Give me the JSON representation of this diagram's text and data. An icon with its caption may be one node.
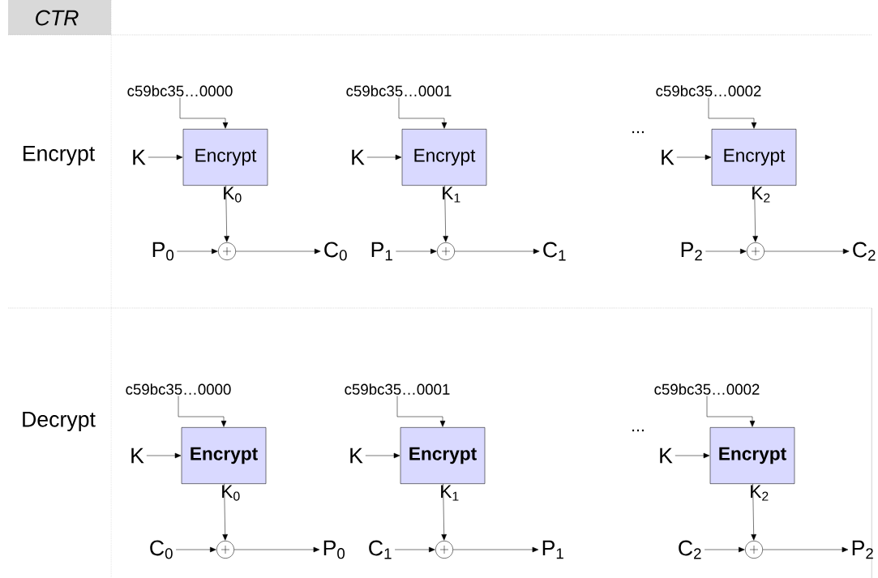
{
  "diagram": {
    "title": "CTR",
    "nodes": [
      {
        "text": [
          "c59bc35…0000"
        ]
      },
      {
        "text": [
          "K"
        ]
      },
      {
        "text": [
          "Encrypt"
        ]
      },
      {
        "text": [
          "P$_{0}$"
        ]
      },
      {
        "text": [],
        "shape": "circle"
      },
      {
        "text": [
          "C$_{0}$"
        ]
      },
      {
        "text": [
          "c59bc35…0001"
        ]
      },
      {
        "text": [
          "K"
        ]
      },
      {
        "text": [
          "Encrypt"
        ]
      },
      {
        "text": [
          "P$_{1}$"
        ]
      },
      {
        "text": [],
        "shape": "circle"
      },
      {
        "text": [
          "C$_{1}$"
        ]
      },
      {
        "text": [
          "c59bc35…0002"
        ]
      },
      {
        "text": [
          "K"
        ]
      },
      {
        "text": [
          "Encrypt"
        ]
      },
      {
        "text": [
          "P$_{2}$"
        ]
      },
      {
        "text": [],
        "shape": "circle"
      },
      {
        "text": [
          "C$_{2}$"
        ]
      },
      {
        "text": [
          "c59bc35…0000"
        ]
      },
      {
        "text": [
          "K"
        ]
      },
      {
        "text": [
          "Encrypt"
        ]
      },
      {
        "text": [
          "C$_{0}$"
        ]
      },
      {
        "text": [],
        "shape": "circle"
      },
      {
        "text": [
          "P$_{0}$"
        ]
      },
      {
        "text": [
          "c59bc35…0001"
        ]
      },
      {
        "text": [
          "K"
        ]
      },
      {
        "text": [
          "Encrypt"
        ]
      },
      {
        "text": [
          "C$_{1}$"
        ]
      },
      {
        "text": [],
        "shape": "circle"
      },
      {
        "text": [
          "P$_{1}$"
        ]
      },
      {
        "text": [
          "c59bc35…0002"
        ]
      },
      {
        "text": [
          "K"
        ]
      },
      {
        "text": [
          "Encrypt"
        ]
      },
      {
        "text": [
          "C$_{2}$"
        ]
      },
      {
        "text": [],
        "shape": "circle"
      },
      {
        "text": [
          "P$_{2}$"
        ]
      }
    ],
    "edges": [
      {
        "from": 0,
        "to": 2,
        "arrow": "to"
      },
      {
        "from": 1,
        "to": 2,
        "arrow": "to"
      },
      {
        "from": 2,
        "to": 4,
        "arrow": "to",
        "label": "K$_{0}$"
      },
      {
        "from": 3,
        "to": 4,
        "arrow": "to"
      },
      {
        "from": 4,
        "to": 5,
        "arrow": "to"
      },
      {
        "from": 6,
        "to": 8,
        "arrow": "to"
      },
      {
        "from": 7,
        "to": 8,
        "arrow": "to"
      },
      {
        "from": 8,
        "to": 10,
        "arrow": "to",
        "label": "K$_{1}$"
      },
      {
        "from": 9,
        "to": 10,
        "arrow": "to"
      },
      {
        "from": 10,
        "to": 11,
        "arrow": "to"
      },
      {
        "from": 12,
        "to": 14,
        "arrow": "to"
      },
      {
        "from": 13,
        "to": 14,
        "arrow": "to"
      },
      {
        "from": 14,
        "to": 16,
        "arrow": "to",
        "label": "K$_{2}$"
      },
      {
        "from": 15,
        "to": 16,
        "arrow": "to"
      },
      {
        "from": 16,
        "to": 17,
        "arrow": "to"
      },
      {
        "from": 18,
        "to": 20,
        "arrow": "to"
      },
      {
        "from": 19,
        "to": 20,
        "arrow": "to"
      },
      {
        "from": 20,
        "to": 22,
        "arrow": "to",
        "label": "K$_{0}$"
      },
      {
        "from": 21,
        "to": 22,
        "arrow": "to"
      },
      {
        "from": 22,
        "to": 23,
        "arrow": "to"
      },
      {
        "from": 24,
        "to": 26,
        "arrow": "to"
      },
      {
        "from": 25,
        "to": 26,
        "arrow": "to"
      },
      {
        "from": 26,
        "to": 28,
        "arrow": "to",
        "label": "K$_{1}$"
      },
      {
        "from": 27,
        "to": 28,
        "arrow": "to"
      },
      {
        "from": 28,
        "to": 29,
        "arrow": "to"
      },
      {
        "from": 30,
        "to": 32,
        "arrow": "to"
      },
      {
        "from": 31,
        "to": 32,
        "arrow": "to"
      },
      {
        "from": 32,
        "to": 34,
        "arrow": "to",
        "label": "K$_{2}$"
      },
      {
        "from": 33,
        "to": 34,
        "arrow": "to"
      },
      {
        "from": 34,
        "to": 35,
        "arrow": "to"
      }
    ],
    "labels": [
      "Encrypt",
      "...",
      "Decrypt",
      "..."
    ]
  }
}
